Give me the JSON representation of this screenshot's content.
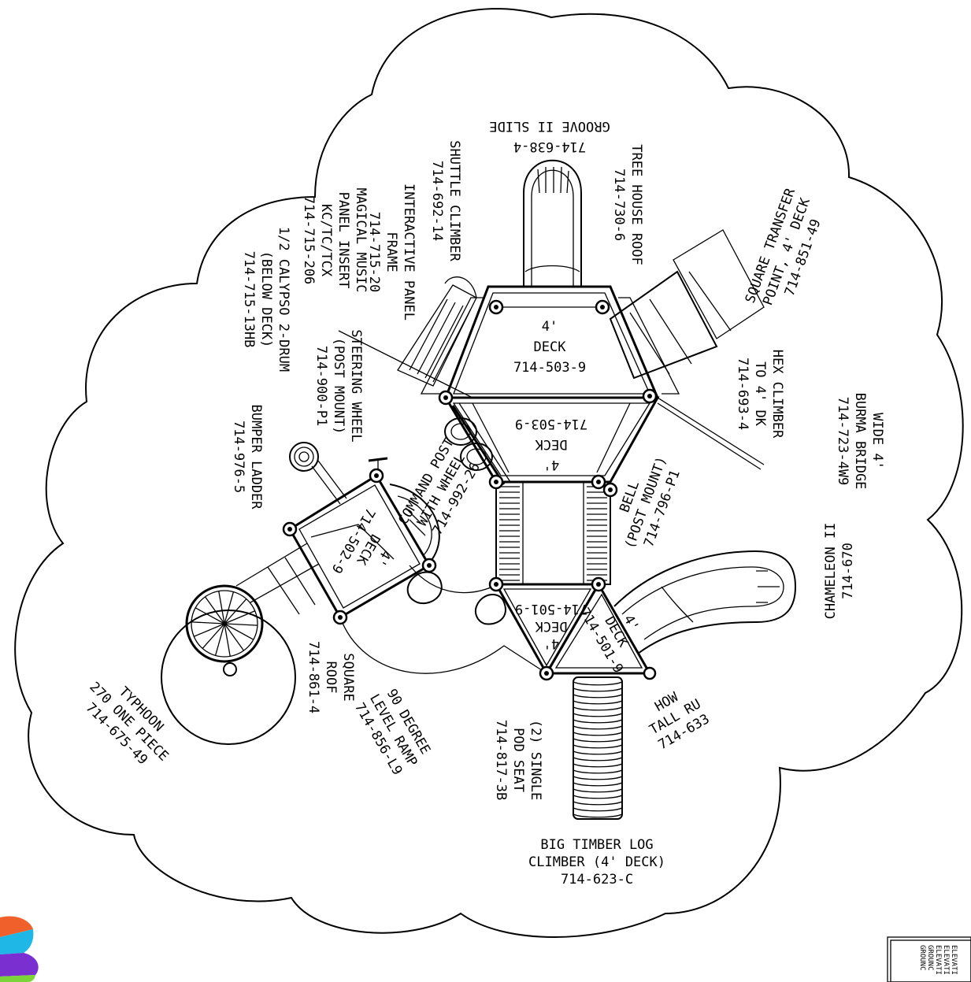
{
  "labels": {
    "groove_slide": [
      "GROOVE II SLIDE",
      "714-638-4"
    ],
    "tree_house_roof": [
      "TREE HOUSE ROOF",
      "714-730-6"
    ],
    "shuttle_climber": [
      "SHUTTLE CLIMBER",
      "714-692-14"
    ],
    "interactive_panel": [
      "INTERACTIVE PANEL",
      "FRAME",
      "714-715-20"
    ],
    "magical_music": [
      "MAGICAL MUSIC",
      "PANEL INSERT",
      "KC/TC/TCX",
      "714-715-206"
    ],
    "calypso": [
      "1/2 CALYPSO 2-DRUM",
      "(BELOW DECK)",
      "714-715-13HB"
    ],
    "steering_wheel": [
      "STEERING WHEEL",
      "(POST MOUNT)",
      "714-900-P1"
    ],
    "transfer_point": [
      "SQUARE TRANSFER",
      "POINT, 4' DECK",
      "714-851-49"
    ],
    "deck_top": [
      "4'",
      "DECK",
      "714-503-9"
    ],
    "deck_mid": [
      "4'",
      "DECK",
      "714-503-9"
    ],
    "hex_climber": [
      "HEX CLIMBER",
      "TO 4' DK",
      "714-693-4"
    ],
    "burma_bridge": [
      "WIDE 4'",
      "BURMA BRIDGE",
      "714-723-4W9"
    ],
    "bumper_ladder": [
      "BUMPER LADDER",
      "714-976-5"
    ],
    "command_post": [
      "COMMAND POST",
      "WITH WHEEL",
      "714-992-26"
    ],
    "bell": [
      "BELL",
      "(POST MOUNT)",
      "714-796-P1"
    ],
    "chameleon": [
      "CHAMELEON II",
      "714-670"
    ],
    "deck_square": [
      "4'",
      "DECK",
      "714-502-9"
    ],
    "deck_tri_a": [
      "4'",
      "DECK",
      "714-501-9"
    ],
    "deck_tri_b": [
      "4'",
      "DECK",
      "714-501-9"
    ],
    "square_roof": [
      "SQUARE",
      "ROOF",
      "714-861-4"
    ],
    "level_ramp": [
      "90 DEGREE",
      "LEVEL RAMP",
      "714-856-L9"
    ],
    "pod_seat": [
      "(2) SINGLE",
      "POD SEAT",
      "714-817-3B"
    ],
    "how_tall": [
      "HOW",
      "TALL RU",
      "714-633"
    ],
    "typhoon": [
      "TYPHOON",
      "270 ONE PIECE",
      "714-675-49"
    ],
    "log_climber": [
      "BIG TIMBER LOG",
      "CLIMBER (4' DECK)",
      "714-623-C"
    ]
  },
  "elevation_box": [
    "ELEVATI",
    "ELEVATI",
    "ELEVATI",
    "GROUNC",
    "GROUNC"
  ],
  "colors": {
    "line": "#000000",
    "background": "#ffffff",
    "logo_orange": "#f0602a",
    "logo_cyan": "#1fb8e6",
    "logo_purple": "#7a2fd0",
    "logo_green": "#7bd43a"
  }
}
